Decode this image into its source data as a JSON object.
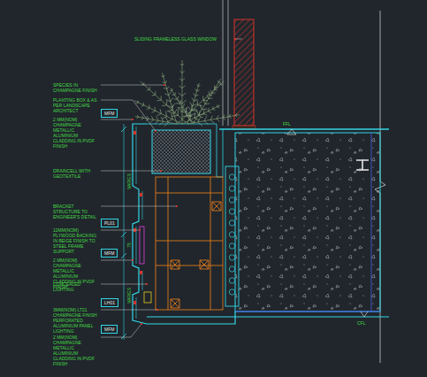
{
  "diagram": {
    "nodes": [
      {
        "text": [
          "MFM"
        ]
      },
      {
        "text": [
          "PL01"
        ]
      },
      {
        "text": [
          "MFM"
        ]
      },
      {
        "text": [
          "LH01"
        ]
      },
      {
        "text": [
          "MFM"
        ]
      }
    ],
    "labels": [
      "SLIDING FRAMELESS GLASS WINDOW",
      "SPECIES IN CHAMPAGNE FINISH",
      "PLANTING BOX & AS PER LANDSCAPE ARCHITECT",
      "2 MM(NOM) CHAMPAGNE METALLIC ALUMINIUM CLADDING IN PVDF FINISH",
      "DRAINCELL WITH GEOTEXTILE",
      "BRACKET STRUCTURE TO ENGINEER'S DETAIL",
      "12MM(NOM) PLYWOOD BACKING IN BEIGE FINISH TO STEEL FRAME SUPPORT",
      "2 MM(NOM) CHAMPAGNE METALLIC ALUMINIUM CLADDING IN PVDF FINISH",
      "CONCEALED LIGHTING",
      "3MM(NOM) LT21 CHAMPAGNE FINISH PERFORATED ALUMINIUM PANEL LIGHTING",
      "2 MM(NOM) CHAMPAGNE METALLIC ALUMINIUM CLADDING IN PVDF FINISH",
      "FFL",
      "VARIES",
      "75",
      "VARIES",
      "CFL"
    ]
  }
}
